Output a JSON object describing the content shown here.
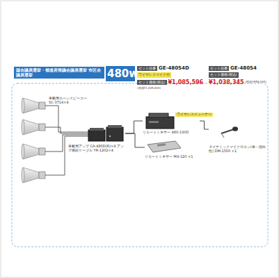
{
  "diagram": {
    "nodes": [
      {
        "text": [
          "国会議員選挙・都道府県議会議員選挙 市区会議員選挙"
        ]
      },
      {
        "text": [
          "480w"
        ]
      },
      {
        "text": [
          "セット品番",
          "GE-480S4D",
          "ワイヤレスマイク付",
          "セット価格(税込)",
          "¥1,085,596",
          "(税抜¥1,005,000)"
        ]
      },
      {
        "text": [
          "セット品番",
          "GE-480S4",
          "セット価格(税込)",
          "¥1,038,345",
          "(税抜¥958,000)"
        ]
      },
      {
        "text": [
          "車載用ホーンスピーカー SC-3714×4"
        ]
      },
      {
        "text": [
          "車載用アンプ CA-480D(R)×4 アンプ接続ケーブル YR-1202×4"
        ]
      },
      {
        "text": [
          "リモートミキサー 480-130D"
        ]
      },
      {
        "text": [
          "リモートミキサー MX-120 ×1"
        ]
      },
      {
        "text": [
          "ダイナミックマイクロホン(単一指向性) DM-1500 ×1"
        ]
      }
    ],
    "edges": [
      {
        "from": 5,
        "to": 6,
        "arrow": "none"
      },
      {
        "from": 5,
        "to": 7,
        "arrow": "none"
      },
      {
        "from": 6,
        "to": 8,
        "arrow": "none"
      }
    ],
    "labels": [
      "ワイヤレスチューナー"
    ]
  }
}
